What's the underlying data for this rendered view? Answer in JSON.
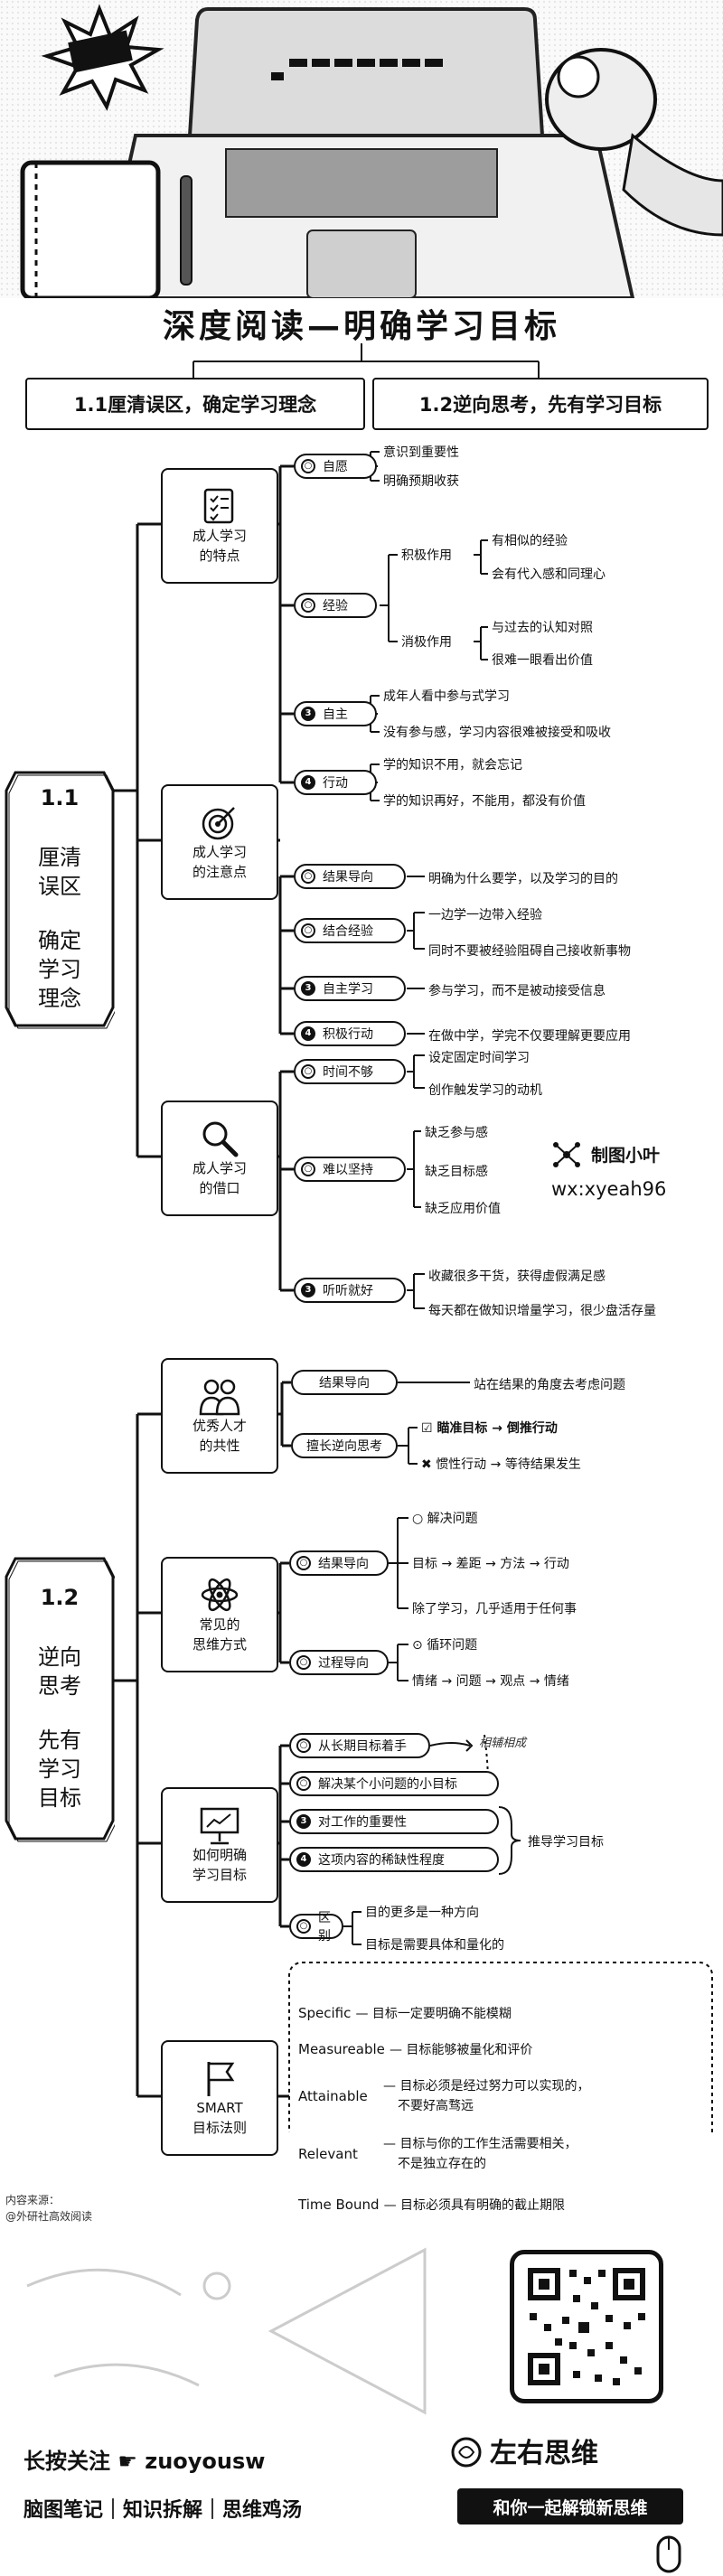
{
  "title": "深度阅读—明确学习目标",
  "subtitles": [
    "1.1厘清误区，确定学习理念",
    "1.2逆向思考，先有学习目标"
  ],
  "section1": {
    "num": "1.1",
    "lines": [
      "厘清",
      "误区",
      "确定",
      "学习",
      "理念"
    ],
    "categories": [
      {
        "label_lines": [
          "成人学习",
          "的特点"
        ],
        "icon": "checklist-icon",
        "branches": [
          {
            "marker": "○",
            "label": "自愿",
            "leaves": [
              "意识到重要性",
              "明确预期收获"
            ]
          },
          {
            "marker": "○",
            "label": "经验",
            "groups": [
              {
                "label": "积极作用",
                "leaves": [
                  "有相似的经验",
                  "会有代入感和同理心"
                ]
              },
              {
                "label": "消极作用",
                "leaves": [
                  "与过去的认知对照",
                  "很难一眼看出价值"
                ]
              }
            ]
          },
          {
            "marker": "3",
            "label": "自主",
            "leaves": [
              "成年人看中参与式学习",
              "没有参与感，学习内容很难被接受和吸收"
            ]
          },
          {
            "marker": "4",
            "label": "行动",
            "leaves": [
              "学的知识不用，就会忘记",
              "学的知识再好，不能用，都没有价值"
            ]
          }
        ]
      },
      {
        "label_lines": [
          "成人学习",
          "的注意点"
        ],
        "icon": "target-icon",
        "branches": [
          {
            "marker": "○",
            "label": "结果导向",
            "leaves": [
              "明确为什么要学，以及学习的目的"
            ]
          },
          {
            "marker": "○",
            "label": "结合经验",
            "leaves": [
              "一边学一边带入经验",
              "同时不要被经验阻碍自己接收新事物"
            ]
          },
          {
            "marker": "3",
            "label": "自主学习",
            "leaves": [
              "参与学习，而不是被动接受信息"
            ]
          },
          {
            "marker": "4",
            "label": "积极行动",
            "leaves": [
              "在做中学，学完不仅要理解更要应用"
            ]
          }
        ]
      },
      {
        "label_lines": [
          "成人学习",
          "的借口"
        ],
        "icon": "magnifier-icon",
        "branches": [
          {
            "marker": "○",
            "label": "时间不够",
            "leaves": [
              "设定固定时间学习",
              "创作触发学习的动机"
            ]
          },
          {
            "marker": "○",
            "label": "难以坚持",
            "leaves": [
              "缺乏参与感",
              "缺乏目标感",
              "缺乏应用价值"
            ]
          },
          {
            "marker": "3",
            "label": "听听就好",
            "leaves": [
              "收藏很多干货，获得虚假满足感",
              "每天都在做知识增量学习，很少盘活存量"
            ]
          }
        ]
      }
    ]
  },
  "watermark": {
    "brand": "制图小叶",
    "wx": "wx:xyeah96"
  },
  "section2": {
    "num": "1.2",
    "lines": [
      "逆向",
      "思考",
      "先有",
      "学习",
      "目标"
    ],
    "categories": [
      {
        "label_lines": [
          "优秀人才",
          "的共性"
        ],
        "icon": "people-icon",
        "branches": [
          {
            "label": "结果导向",
            "leaves": [
              "站在结果的角度去考虑问题"
            ]
          },
          {
            "label": "擅长逆向思考",
            "leaves": [
              "瞄准目标 → 倒推行动",
              "惯性行动 → 等待结果发生"
            ]
          }
        ]
      },
      {
        "label_lines": [
          "常见的",
          "思维方式"
        ],
        "icon": "atom-icon",
        "branches": [
          {
            "marker": "○",
            "label": "结果导向",
            "leaves": [
              "解决问题",
              "目标 → 差距 → 方法 → 行动",
              "除了学习，几乎适用于任何事"
            ]
          },
          {
            "marker": "○",
            "label": "过程导向",
            "leaves": [
              "循环问题",
              "情绪 → 问题 → 观点 → 情绪"
            ]
          }
        ]
      },
      {
        "label_lines": [
          "如何明确",
          "学习目标"
        ],
        "icon": "presentation-icon",
        "branches": [
          {
            "marker": "○",
            "label": "从长期目标着手"
          },
          {
            "marker": "○",
            "label": "解决某个小问题的小目标"
          },
          {
            "marker": "3",
            "label": "对工作的重要性"
          },
          {
            "marker": "4",
            "label": "这项内容的稀缺性程度"
          },
          {
            "marker": "○",
            "label": "区别",
            "leaves": [
              "目的更多是一种方向",
              "目标是需要具体和量化的"
            ]
          }
        ],
        "note1": "相辅相成",
        "note2": "推导学习目标"
      },
      {
        "label_lines": [
          "SMART",
          "目标法则"
        ],
        "icon": "flag-icon",
        "rows": [
          {
            "key": "Specific",
            "desc": [
              "— 目标一定要明确不能模糊"
            ]
          },
          {
            "key": "Measureable",
            "desc": [
              "— 目标能够被量化和评价"
            ]
          },
          {
            "key": "Attainable",
            "desc": [
              "— 目标必须是经过努力可以实现的，",
              "不要好高骛远"
            ]
          },
          {
            "key": "Relevant",
            "desc": [
              "— 目标与你的工作生活需要相关，",
              "不是独立存在的"
            ]
          },
          {
            "key": "Time Bound",
            "desc": [
              "— 目标必须具有明确的截止期限"
            ]
          }
        ]
      }
    ]
  },
  "source": {
    "label": "内容来源：",
    "text": "@外研社高效阅读"
  },
  "footer": {
    "follow": "长按关注",
    "account": "zuoyousw",
    "tags": "脑图笔记｜知识拆解｜思维鸡汤",
    "brand": "左右思维",
    "slogan": "和你一起解锁新思维"
  }
}
